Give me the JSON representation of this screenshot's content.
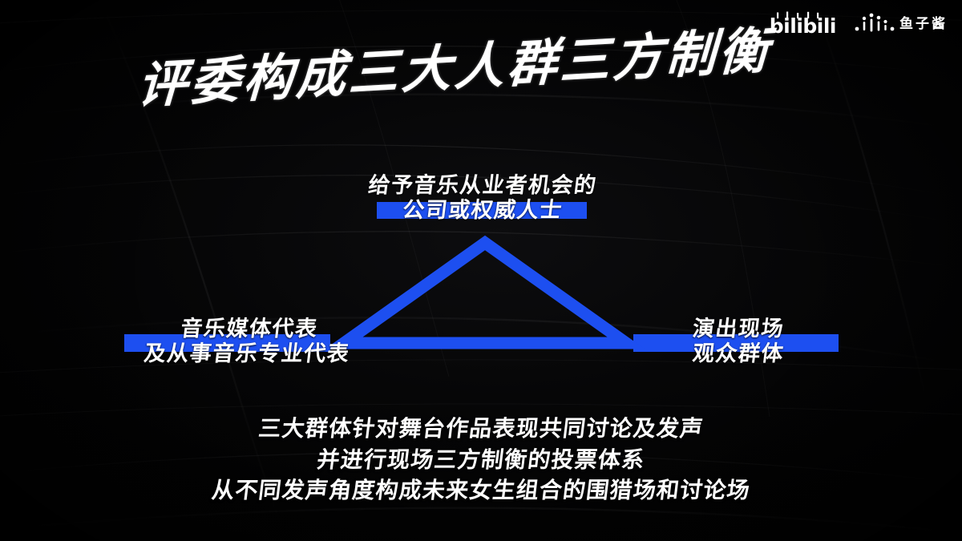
{
  "brand": {
    "bilibili_logo": "bilibili",
    "bilibili_icon": "bilibili-tv-ears-logo",
    "partner_mark": "caviar-dots-logo",
    "partner_name": "鱼子酱"
  },
  "headline": {
    "text": "评委构成三大人群三方制衡",
    "style": "handwritten-brush"
  },
  "diagram": {
    "shape": "triangle-outline",
    "accent_color": "#1d4ff0",
    "text_color": "#ffffff",
    "background_color": "#010101",
    "nodes": [
      {
        "position": "top",
        "line1": "给予音乐从业者机会的",
        "line2": "公司或权威人士",
        "highlighted_line": 2
      },
      {
        "position": "left",
        "line1": "音乐媒体代表",
        "line2": "及从事音乐专业代表",
        "highlighted_line": 1
      },
      {
        "position": "right",
        "line1": "演出现场",
        "line2": "观众群体",
        "highlighted_line": 1
      }
    ]
  },
  "footer": {
    "lines": [
      "三大群体针对舞台作品表现共同讨论及发声",
      "并进行现场三方制衡的投票体系",
      "从不同发声角度构成未来女生组合的围猎场和讨论场"
    ]
  }
}
